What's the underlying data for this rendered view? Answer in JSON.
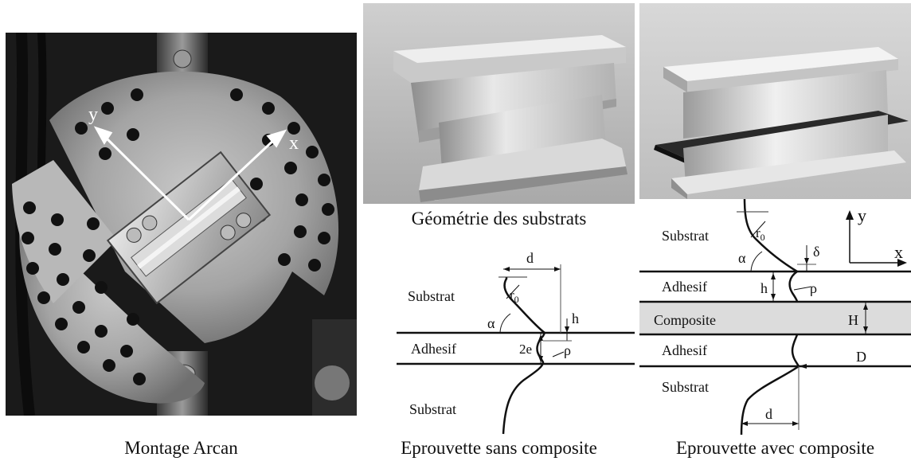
{
  "figure": {
    "captions": {
      "arcan": "Montage Arcan",
      "geometry": "Géométrie des substrats",
      "without_composite": "Eprouvette sans composite",
      "with_composite": "Eprouvette avec composite"
    },
    "arcan_photo": {
      "axis_x": "x",
      "axis_y": "y"
    },
    "diagram_without": {
      "substrat_top": "Substrat",
      "adhesif": "Adhesif",
      "substrat_bottom": "Substrat",
      "d": "d",
      "r0": "r",
      "r0_sub": "0",
      "alpha": "α",
      "h": "h",
      "two_e": "2e",
      "rho": "ρ"
    },
    "diagram_with": {
      "substrat_top": "Substrat",
      "adhesif_top": "Adhesif",
      "composite": "Composite",
      "adhesif_bottom": "Adhesif",
      "substrat_bottom": "Substrat",
      "r0": "r",
      "r0_sub": "0",
      "alpha": "α",
      "delta": "δ",
      "h": "h",
      "rho": "ρ",
      "H": "H",
      "D": "D",
      "d": "d",
      "axis_x": "x",
      "axis_y": "y"
    }
  }
}
